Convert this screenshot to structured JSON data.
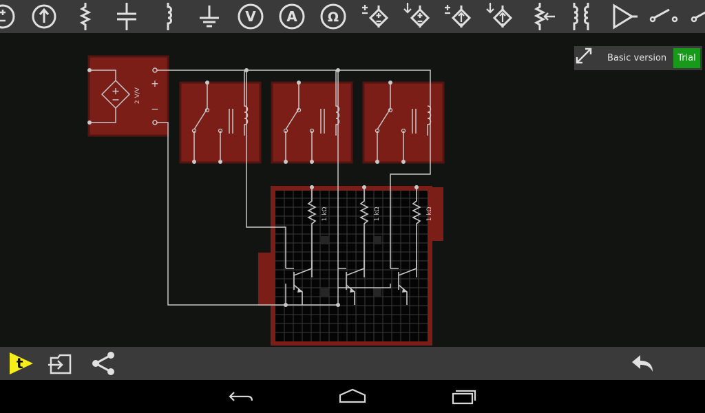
{
  "toolbar": {
    "tools": [
      {
        "icon": "voltage-source-icon"
      },
      {
        "icon": "current-source-icon"
      },
      {
        "icon": "resistor-icon"
      },
      {
        "icon": "capacitor-icon"
      },
      {
        "icon": "inductor-icon"
      },
      {
        "icon": "ground-icon"
      },
      {
        "icon": "voltmeter-icon",
        "letter": "V"
      },
      {
        "icon": "ammeter-icon",
        "letter": "A"
      },
      {
        "icon": "ohmmeter-icon",
        "letter": "Ω"
      },
      {
        "icon": "vcvs-icon"
      },
      {
        "icon": "ccvs-icon"
      },
      {
        "icon": "vccs-icon"
      },
      {
        "icon": "cccs-icon"
      },
      {
        "icon": "potentiometer-icon"
      },
      {
        "icon": "transformer-icon"
      },
      {
        "icon": "opamp-icon"
      },
      {
        "icon": "switch-icon"
      },
      {
        "icon": "switch-icon"
      }
    ]
  },
  "version": {
    "label": "Basic version",
    "badge": "Trial",
    "badge_color": "#179a1a"
  },
  "circuit": {
    "source_label": "2 V/V",
    "source_plus": "+",
    "source_minus": "−",
    "resistor_labels": [
      "1 kΩ",
      "1 kΩ",
      "1 kΩ"
    ],
    "component_color": "#7a1e17",
    "wire_color": "#c8c8c8"
  },
  "bottom": {
    "logo_letter": "t",
    "logo_color": "#f5ee1a"
  }
}
